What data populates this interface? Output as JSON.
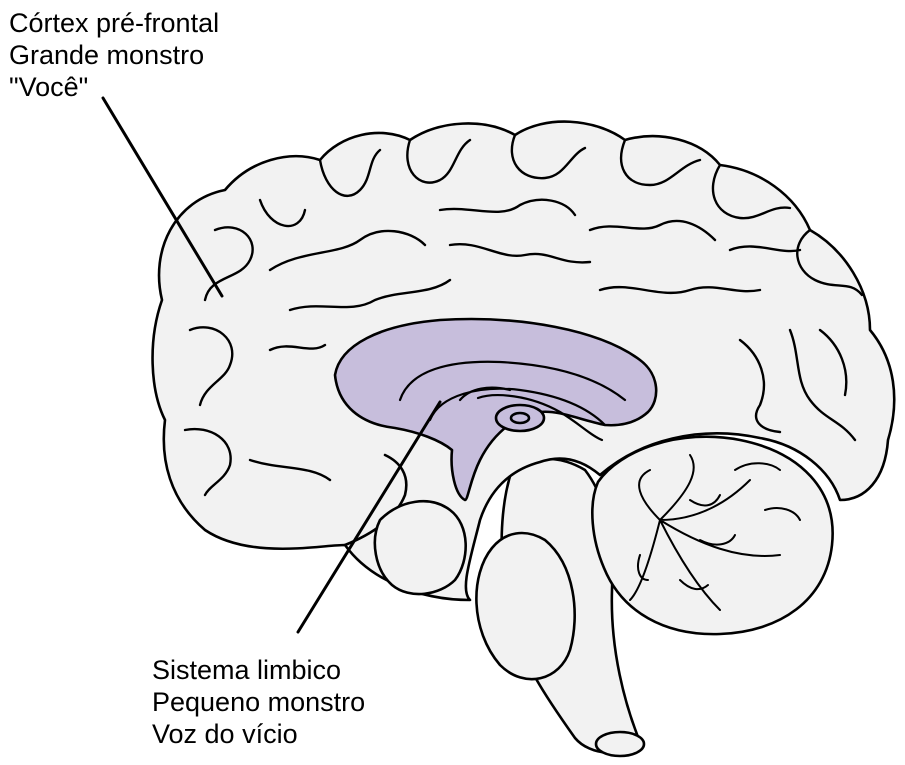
{
  "labels": {
    "top": [
      "Córtex pré-frontal",
      "Grande monstro",
      "\"Você\""
    ],
    "bottom": [
      "Sistema limbico",
      "Pequeno monstro",
      "Voz do vício"
    ]
  },
  "colors": {
    "brain_fill": "#f2f2f2",
    "limbic_fill": "#c7bedc",
    "outline": "#000000",
    "background": "#ffffff"
  }
}
